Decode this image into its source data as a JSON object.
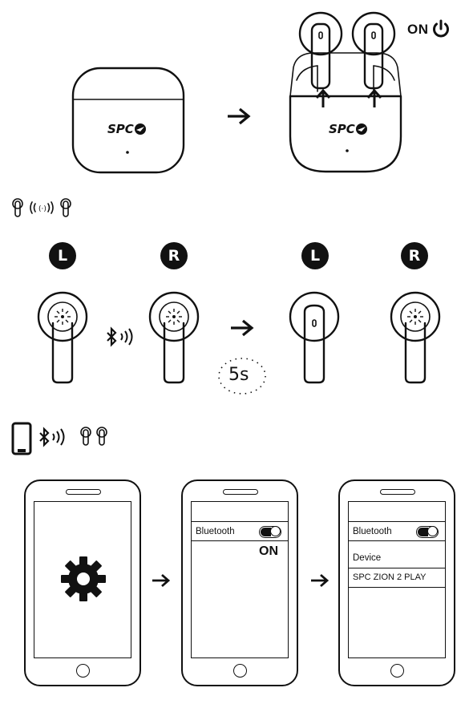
{
  "step1": {
    "brand_logo_text": "SPC",
    "on_label": "ON",
    "icons": [
      "charging-case-closed",
      "arrow-right",
      "charging-case-open",
      "power-icon",
      "up-arrow-icon"
    ]
  },
  "step2": {
    "badges": [
      "L",
      "R",
      "L",
      "R"
    ],
    "timer_label": "5s",
    "icons": [
      "earbud-pair-signal-icon",
      "earbud-left-led",
      "bluetooth-signal-icon",
      "earbud-right-led",
      "arrow-right",
      "timer-icon"
    ]
  },
  "step3": {
    "icons": [
      "phone-bluetooth-earbuds-icon",
      "gear-icon",
      "arrow-right"
    ],
    "phone2": {
      "bluetooth_label": "Bluetooth",
      "on_label": "ON"
    },
    "phone3": {
      "bluetooth_label": "Bluetooth",
      "section_label": "Device",
      "device_name": "SPC ZION 2 PLAY"
    }
  },
  "colors": {
    "ink": "#111111",
    "background": "#ffffff"
  }
}
